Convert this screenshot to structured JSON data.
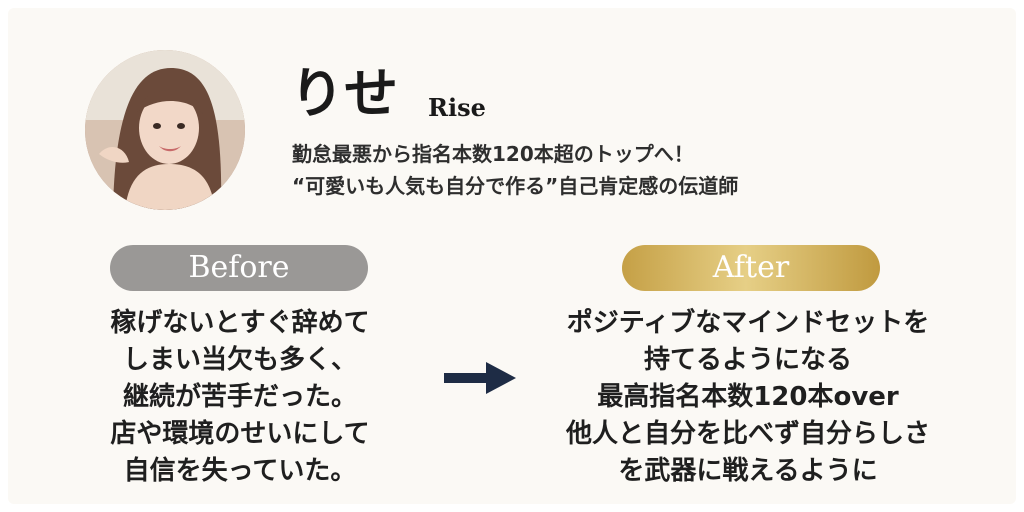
{
  "profile": {
    "name_jp": "りせ",
    "name_en": "Rise",
    "tagline": [
      "勤怠最悪から指名本数120本超のトップへ！",
      "“可愛いも人気も自分で作る”自己肯定感の伝道師"
    ],
    "avatar_icon": "portrait-photo"
  },
  "before": {
    "label": "Before",
    "color": "#9a9896",
    "lines": [
      "稼げないとすぐ辞めて",
      "しまい当欠も多く、",
      "継続が苦手だった。",
      "店や環境のせいにして",
      "自信を失っていた。"
    ]
  },
  "after": {
    "label": "After",
    "color": "#d4b565",
    "lines": [
      "ポジティブなマインドセットを",
      "持てるようになる",
      "最高指名本数120本over",
      "他人と自分を比べず自分らしさ",
      "を武器に戦えるように"
    ]
  },
  "arrow": {
    "icon": "right-arrow-icon",
    "color": "#1e2c45"
  }
}
